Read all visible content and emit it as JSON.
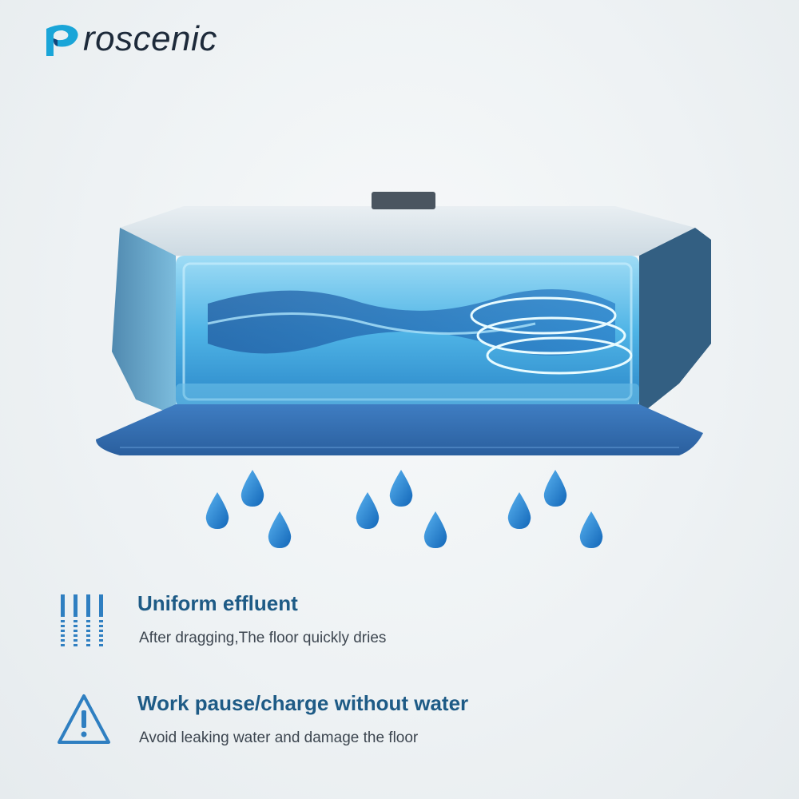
{
  "brand": {
    "name": "roscenic",
    "logo_icon": "proscenic-p-mark"
  },
  "colors": {
    "accent": "#1e5b86",
    "drop": "#1f86d8",
    "mop": "#2f6fb8",
    "tank": "#4fb4e6"
  },
  "product": {
    "image": "water-tank-with-mop-illustration"
  },
  "features": [
    {
      "icon": "effluent-bars-icon",
      "title": "Uniform effluent",
      "description": "After dragging,The floor quickly dries"
    },
    {
      "icon": "warning-triangle-icon",
      "title": "Work pause/charge without water",
      "description": "Avoid leaking water and damage the floor"
    }
  ]
}
